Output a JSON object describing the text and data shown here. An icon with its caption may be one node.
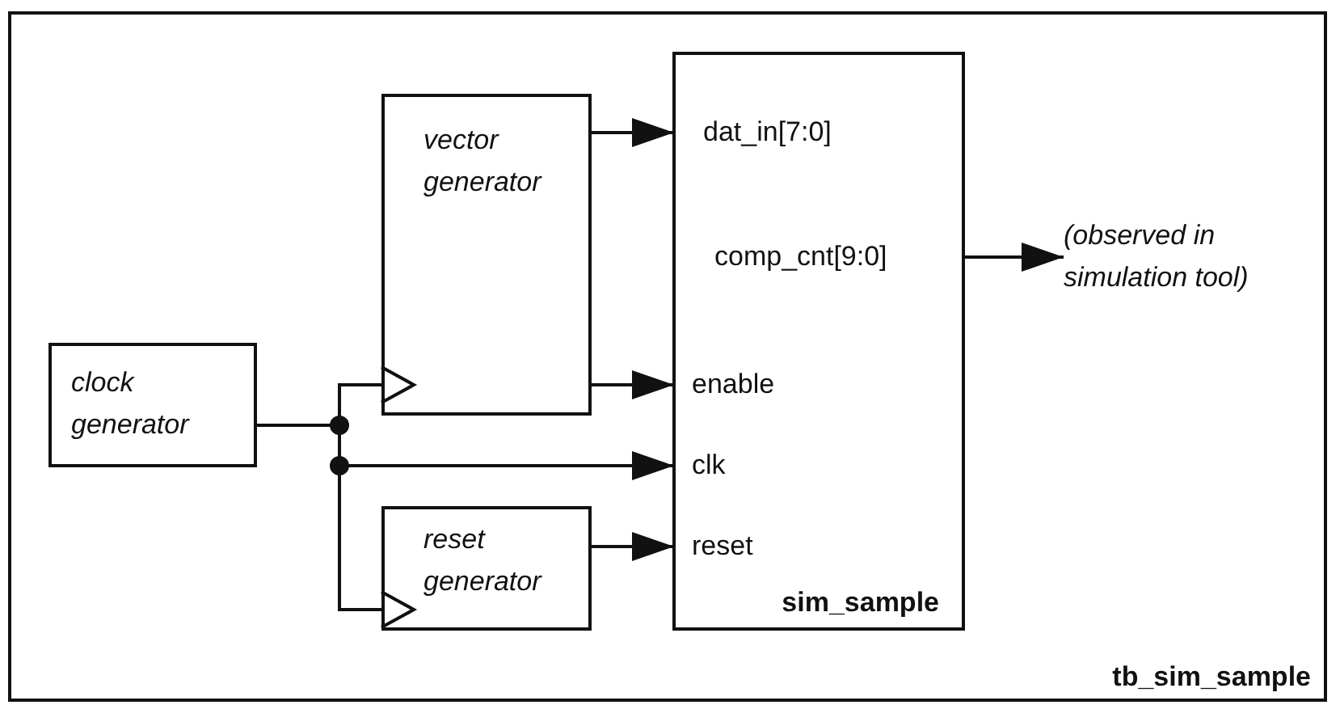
{
  "diagram": {
    "nodes": [
      {
        "text": [
          "tb_sim_sample"
        ]
      },
      {
        "text": [
          "vector generator"
        ],
        "in": 0
      },
      {
        "text": [
          "sim_sample"
        ],
        "in": 0
      },
      {
        "text": [
          "dat_in[7:0]"
        ],
        "in": 2
      },
      {
        "text": [
          "comp_cnt[9:0]"
        ],
        "in": 2
      },
      {
        "text": [
          "(observed in simulation tool)"
        ],
        "in": 0
      },
      {
        "text": [
          "enable"
        ],
        "in": 2
      },
      {
        "text": [
          "clock generator"
        ],
        "in": 0
      },
      {
        "text": [
          "clk"
        ],
        "in": 2
      },
      {
        "text": [
          "reset generator"
        ],
        "in": 0
      },
      {
        "text": [
          "reset"
        ],
        "in": 2
      }
    ],
    "edges": [
      {
        "from": 1,
        "to": 3,
        "arrow": "to"
      },
      {
        "from": 4,
        "to": 5,
        "arrow": "to"
      },
      {
        "from": 1,
        "to": 6,
        "arrow": "to"
      },
      {
        "from": 7,
        "to": 1,
        "arrow": "to"
      },
      {
        "from": 7,
        "to": 8,
        "arrow": "to"
      },
      {
        "from": 7,
        "to": 9,
        "arrow": "to"
      },
      {
        "from": 9,
        "to": 10,
        "arrow": "to"
      }
    ]
  }
}
